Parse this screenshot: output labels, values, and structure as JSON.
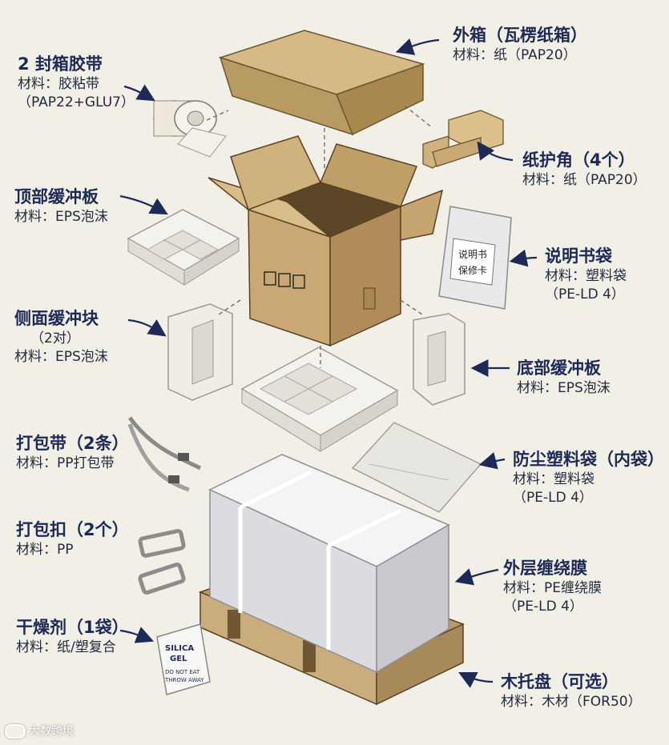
{
  "labels": {
    "outer_box": {
      "title": "外箱（瓦楞纸箱）",
      "line1": "材料：纸（PAP20）"
    },
    "tape": {
      "title": "2 封箱胶带",
      "line1": "材料：胶粘带",
      "line2": "（PAP22+GLU7）"
    },
    "corner": {
      "title": "纸护角（4个）",
      "line1": "材料：纸（PAP20）"
    },
    "top_cushion": {
      "title": "顶部缓冲板",
      "line1": "材料：EPS泡沫"
    },
    "manual_bag": {
      "title": "说明书袋",
      "line1": "材料：塑料袋",
      "line2": "（PE-LD 4）"
    },
    "side_block": {
      "title": "侧面缓冲块",
      "line1": "（2对）",
      "line2": "材料：EPS泡沫"
    },
    "bottom_cushion": {
      "title": "底部缓冲板",
      "line1": "材料：EPS泡沫"
    },
    "strap": {
      "title": "打包带（2条）",
      "line1": "材料：PP打包带"
    },
    "dust_bag": {
      "title": "防尘塑料袋（内袋）",
      "line1": "材料：塑料袋",
      "line2": "（PE-LD 4）"
    },
    "buckle": {
      "title": "打包扣（2个）",
      "line1": "材料：PP"
    },
    "stretch_film": {
      "title": "外层缠绕膜",
      "line1": "材料：PE缠绕膜",
      "line2": "（PE-LD 4）"
    },
    "desiccant": {
      "title": "干燥剂（1袋）",
      "line1": "材料：纸/塑复合"
    },
    "pallet": {
      "title": "木托盘（可选）",
      "line1": "材料：木材（FOR50）"
    }
  },
  "item_text": {
    "manual_line1": "说明书",
    "manual_line2": "保修卡",
    "silica_line1": "SILICA",
    "silica_line2": "GEL",
    "silica_line3": "DO NOT EAT",
    "silica_line4": "THROW AWAY"
  },
  "watermark": "大数跨境",
  "colors": {
    "label_text": "#1d2a57",
    "background": "#f1efe6",
    "cardboard": "#c9a873",
    "foam": "#f2f0ea",
    "wood": "#bfa071"
  }
}
